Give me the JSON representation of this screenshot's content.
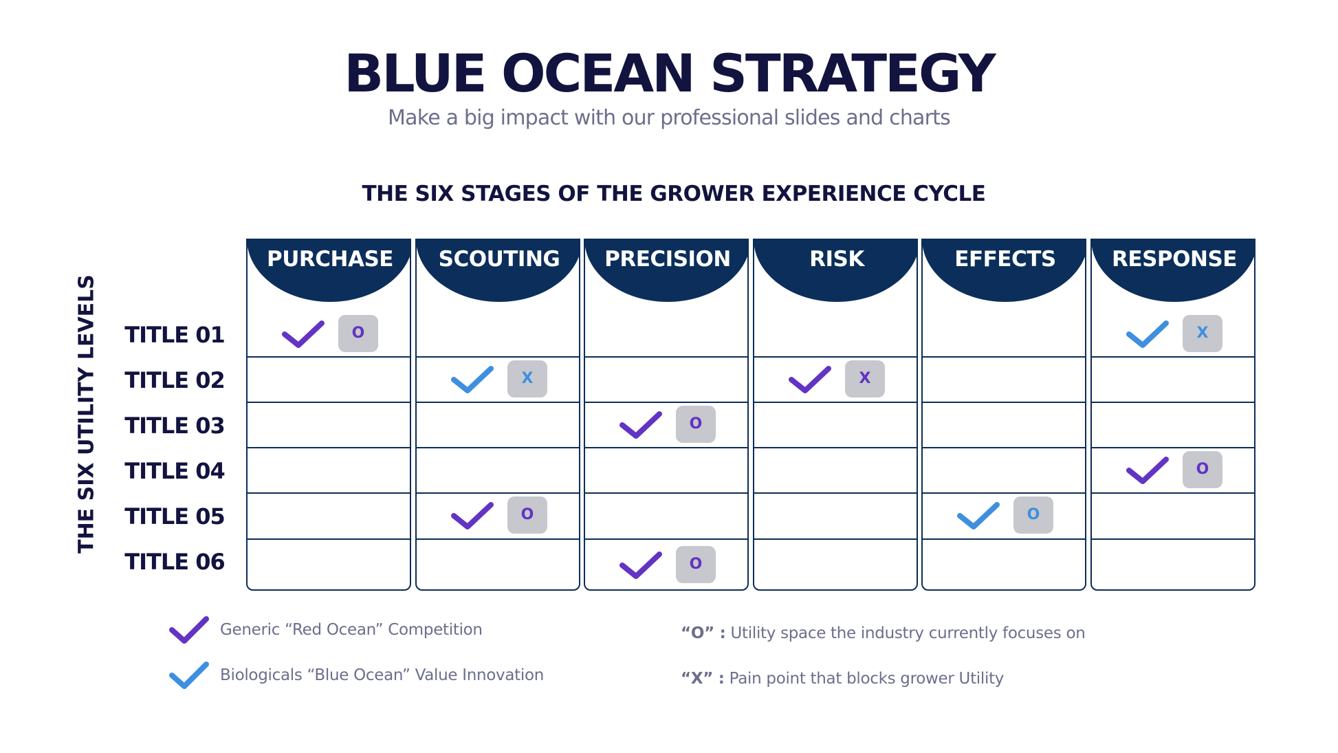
{
  "header": {
    "title": "BLUE OCEAN STRATEGY",
    "subtitle": "Make a big impact with our professional slides and charts"
  },
  "matrix": {
    "section_title": "THE SIX STAGES OF THE GROWER EXPERIENCE CYCLE",
    "row_axis_title": "THE SIX UTILITY LEVELS",
    "columns": [
      "PURCHASE",
      "SCOUTING",
      "PRECISION",
      "RISK",
      "EFFECTS",
      "RESPONSE"
    ],
    "rows": [
      "TITLE 01",
      "TITLE 02",
      "TITLE 03",
      "TITLE 04",
      "TITLE 05",
      "TITLE 06"
    ],
    "colors": {
      "header_fill": "#0b2f5a",
      "grid_line": "#0c2d55",
      "red_ocean_check": "#6233c4",
      "blue_ocean_check": "#3e8fe0",
      "badge_fill": "#c6c8cd",
      "title_text": "#12133f",
      "muted_text": "#6c6e8c"
    },
    "entries": [
      {
        "row": 0,
        "col": 0,
        "check": "red-ocean",
        "symbol": "O"
      },
      {
        "row": 0,
        "col": 5,
        "check": "blue-ocean",
        "symbol": "X"
      },
      {
        "row": 1,
        "col": 1,
        "check": "blue-ocean",
        "symbol": "X"
      },
      {
        "row": 1,
        "col": 3,
        "check": "red-ocean",
        "symbol": "X"
      },
      {
        "row": 2,
        "col": 2,
        "check": "red-ocean",
        "symbol": "O"
      },
      {
        "row": 3,
        "col": 5,
        "check": "red-ocean",
        "symbol": "O"
      },
      {
        "row": 4,
        "col": 1,
        "check": "red-ocean",
        "symbol": "O"
      },
      {
        "row": 4,
        "col": 4,
        "check": "blue-ocean",
        "symbol": "O"
      },
      {
        "row": 5,
        "col": 2,
        "check": "red-ocean",
        "symbol": "O"
      }
    ]
  },
  "legend": {
    "checks": [
      {
        "type": "red-ocean",
        "label": "Generic “Red Ocean” Competition"
      },
      {
        "type": "blue-ocean",
        "label": "Biologicals “Blue Ocean”  Value Innovation"
      }
    ],
    "symbols": [
      {
        "key": "“O” :",
        "label": " Utility space the industry currently focuses on"
      },
      {
        "key": "“X” :",
        "label": " Pain point that blocks grower Utility"
      }
    ]
  },
  "chart_data": {
    "type": "table",
    "title": "THE SIX STAGES OF THE GROWER EXPERIENCE CYCLE",
    "xlabel": "Six stages of the grower experience cycle",
    "ylabel": "THE SIX UTILITY LEVELS",
    "columns": [
      "PURCHASE",
      "SCOUTING",
      "PRECISION",
      "RISK",
      "EFFECTS",
      "RESPONSE"
    ],
    "rows": [
      "TITLE 01",
      "TITLE 02",
      "TITLE 03",
      "TITLE 04",
      "TITLE 05",
      "TITLE 06"
    ],
    "cells": [
      [
        "Red Ocean / O",
        "",
        "",
        "",
        "",
        "Blue Ocean / X"
      ],
      [
        "",
        "Blue Ocean / X",
        "",
        "Red Ocean / X",
        "",
        ""
      ],
      [
        "",
        "",
        "Red Ocean / O",
        "",
        "",
        ""
      ],
      [
        "",
        "",
        "",
        "",
        "",
        "Red Ocean / O"
      ],
      [
        "",
        "Red Ocean / O",
        "",
        "",
        "Blue Ocean / O",
        ""
      ],
      [
        "",
        "",
        "Red Ocean / O",
        "",
        "",
        ""
      ]
    ],
    "legend": [
      "Generic “Red Ocean” Competition (purple check)",
      "Biologicals “Blue Ocean” Value Innovation (blue check)",
      "“O” : Utility space the industry currently focuses on",
      "“X” : Pain point that blocks grower Utility"
    ]
  }
}
